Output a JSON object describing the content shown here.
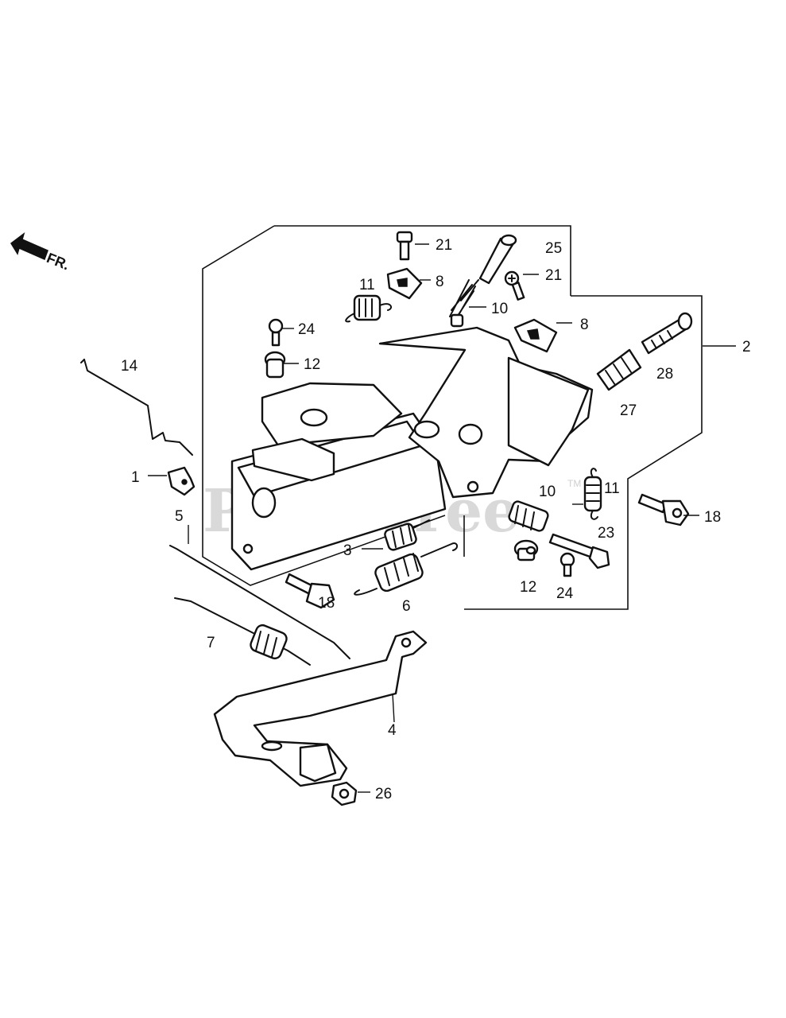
{
  "watermark": {
    "text": "PartsTree",
    "tm": "TM"
  },
  "direction": {
    "label": "FR."
  },
  "callouts": [
    {
      "id": "c-21a",
      "text": "21"
    },
    {
      "id": "c-8a",
      "text": "8"
    },
    {
      "id": "c-25",
      "text": "25"
    },
    {
      "id": "c-21b",
      "text": "21"
    },
    {
      "id": "c-11a",
      "text": "11"
    },
    {
      "id": "c-10a",
      "text": "10"
    },
    {
      "id": "c-8b",
      "text": "8"
    },
    {
      "id": "c-24a",
      "text": "24"
    },
    {
      "id": "c-2",
      "text": "2"
    },
    {
      "id": "c-12a",
      "text": "12"
    },
    {
      "id": "c-14",
      "text": "14"
    },
    {
      "id": "c-28",
      "text": "28"
    },
    {
      "id": "c-27",
      "text": "27"
    },
    {
      "id": "c-1",
      "text": "1"
    },
    {
      "id": "c-10b",
      "text": "10"
    },
    {
      "id": "c-11b",
      "text": "11"
    },
    {
      "id": "c-18a",
      "text": "18"
    },
    {
      "id": "c-5",
      "text": "5"
    },
    {
      "id": "c-23",
      "text": "23"
    },
    {
      "id": "c-3",
      "text": "3"
    },
    {
      "id": "c-12b",
      "text": "12"
    },
    {
      "id": "c-24b",
      "text": "24"
    },
    {
      "id": "c-18b",
      "text": "18"
    },
    {
      "id": "c-6",
      "text": "6"
    },
    {
      "id": "c-7",
      "text": "7"
    },
    {
      "id": "c-4",
      "text": "4"
    },
    {
      "id": "c-26",
      "text": "26"
    }
  ]
}
